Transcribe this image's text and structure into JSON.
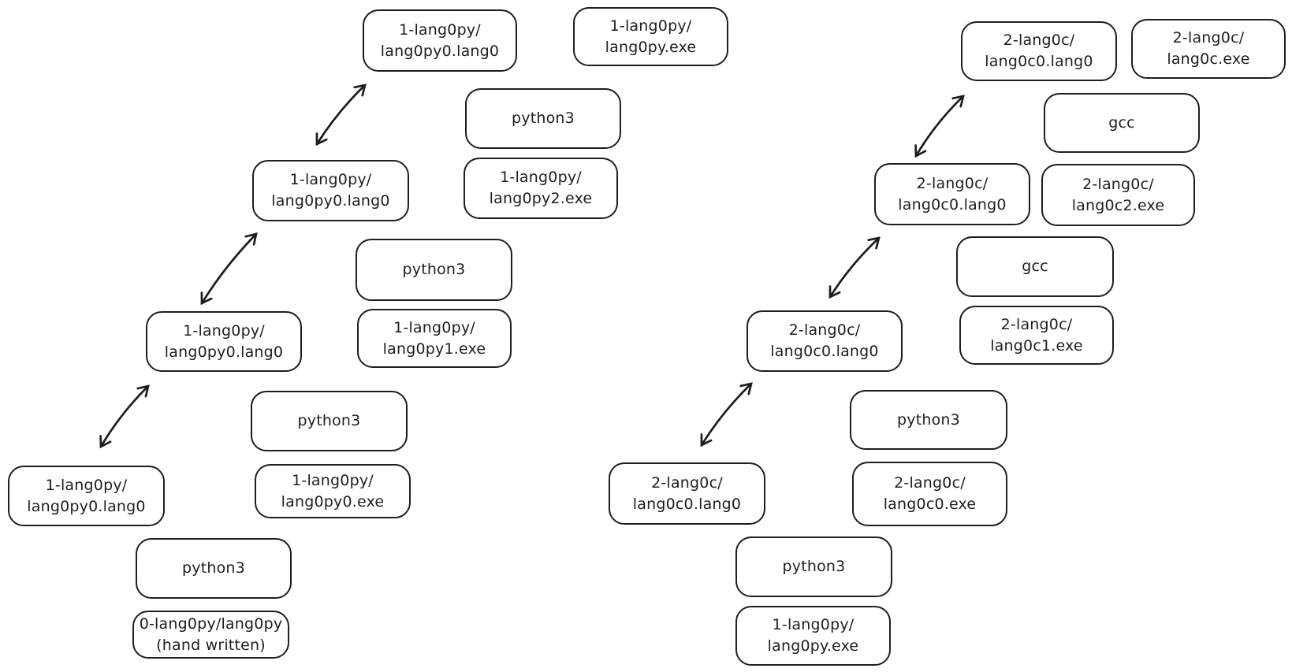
{
  "diagram": {
    "background": "#ffffff",
    "stroke": "#1e1e1e",
    "nodes": [
      {
        "id": "py-src-stage3",
        "kind": "source",
        "label": "1-lang0py/\nlang0py0.lang0"
      },
      {
        "id": "py-final-exe",
        "kind": "output",
        "label": "1-lang0py/\nlang0py.exe"
      },
      {
        "id": "py-tool-stage3",
        "kind": "tool",
        "label": "python3"
      },
      {
        "id": "py-exe-stage2",
        "kind": "output",
        "label": "1-lang0py/\nlang0py2.exe"
      },
      {
        "id": "py-src-stage2",
        "kind": "source",
        "label": "1-lang0py/\nlang0py0.lang0"
      },
      {
        "id": "py-tool-stage2",
        "kind": "tool",
        "label": "python3"
      },
      {
        "id": "py-exe-stage1",
        "kind": "output",
        "label": "1-lang0py/\nlang0py1.exe"
      },
      {
        "id": "py-src-stage1",
        "kind": "source",
        "label": "1-lang0py/\nlang0py0.lang0"
      },
      {
        "id": "py-tool-stage1",
        "kind": "tool",
        "label": "python3"
      },
      {
        "id": "py-exe-stage0",
        "kind": "output",
        "label": "1-lang0py/\nlang0py0.exe"
      },
      {
        "id": "py-src-stage0",
        "kind": "source",
        "label": "1-lang0py/\nlang0py0.lang0"
      },
      {
        "id": "py-tool-stage0",
        "kind": "tool",
        "label": "python3"
      },
      {
        "id": "py-handwritten",
        "kind": "source",
        "label": "0-lang0py/lang0py\n(hand written)"
      },
      {
        "id": "c-src-stage3",
        "kind": "source",
        "label": "2-lang0c/\nlang0c0.lang0"
      },
      {
        "id": "c-final-exe",
        "kind": "output",
        "label": "2-lang0c/\nlang0c.exe"
      },
      {
        "id": "c-tool-stage3",
        "kind": "tool",
        "label": "gcc"
      },
      {
        "id": "c-exe-stage2",
        "kind": "output",
        "label": "2-lang0c/\nlang0c2.exe"
      },
      {
        "id": "c-src-stage2",
        "kind": "source",
        "label": "2-lang0c/\nlang0c0.lang0"
      },
      {
        "id": "c-tool-stage2",
        "kind": "tool",
        "label": "gcc"
      },
      {
        "id": "c-exe-stage1",
        "kind": "output",
        "label": "2-lang0c/\nlang0c1.exe"
      },
      {
        "id": "c-src-stage1",
        "kind": "source",
        "label": "2-lang0c/\nlang0c0.lang0"
      },
      {
        "id": "c-tool-stage1",
        "kind": "tool",
        "label": "python3"
      },
      {
        "id": "c-exe-stage0",
        "kind": "output",
        "label": "2-lang0c/\nlang0c0.exe"
      },
      {
        "id": "c-src-stage0",
        "kind": "source",
        "label": "2-lang0c/\nlang0c0.lang0"
      },
      {
        "id": "c-tool-stage0",
        "kind": "tool",
        "label": "python3"
      },
      {
        "id": "c-bootstrap-exe",
        "kind": "output",
        "label": "1-lang0py/\nlang0py.exe"
      }
    ],
    "edges": [
      {
        "from": "py-src-stage0",
        "to": "py-src-stage1",
        "style": "double-arrow"
      },
      {
        "from": "py-src-stage1",
        "to": "py-src-stage2",
        "style": "double-arrow"
      },
      {
        "from": "py-src-stage2",
        "to": "py-src-stage3",
        "style": "double-arrow"
      },
      {
        "from": "c-src-stage0",
        "to": "c-src-stage1",
        "style": "double-arrow"
      },
      {
        "from": "c-src-stage1",
        "to": "c-src-stage2",
        "style": "double-arrow"
      },
      {
        "from": "c-src-stage2",
        "to": "c-src-stage3",
        "style": "double-arrow"
      }
    ]
  }
}
